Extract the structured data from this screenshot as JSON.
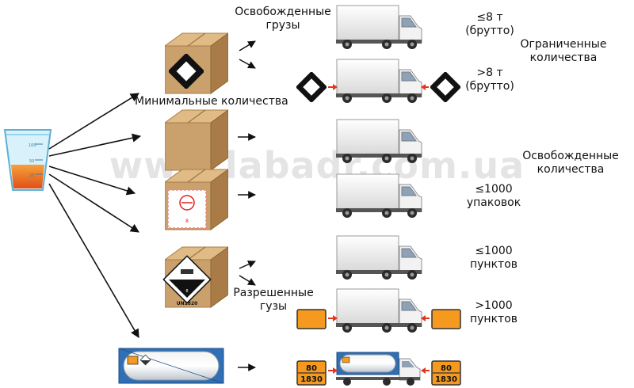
{
  "watermark": "www.labadr.com.ua",
  "labels": {
    "released_cargo": [
      "Освобожденные",
      "грузы"
    ],
    "minimal_quantities": "Минимальные количества",
    "permitted_cargo": [
      "Разрешенные",
      "гузы"
    ],
    "limited_quantities": [
      "Ограниченные",
      "количества"
    ],
    "released_quantities": [
      "Освобожденные",
      "количества"
    ],
    "le8": [
      "≤8  т",
      "(брутто)"
    ],
    "gt8": [
      ">8  т",
      "(брутто)"
    ],
    "le1000_packages": [
      "≤1000",
      "упаковок"
    ],
    "le1000_points": [
      "≤1000",
      "пунктов"
    ],
    "gt1000_points": [
      ">1000",
      "пунктов"
    ]
  },
  "icons": {
    "beaker_marks": [
      "100",
      "50",
      "20"
    ],
    "package_label_number": "8",
    "package_un_number": "UN1820",
    "plate_top": "80",
    "plate_bottom": "1830"
  },
  "colors": {
    "box": "#caa06c",
    "box_dark": "#a97c47",
    "orange_plate": "#f59a1f",
    "red_arrow": "#e3361d",
    "tank_blue": "#2f6fb5"
  }
}
